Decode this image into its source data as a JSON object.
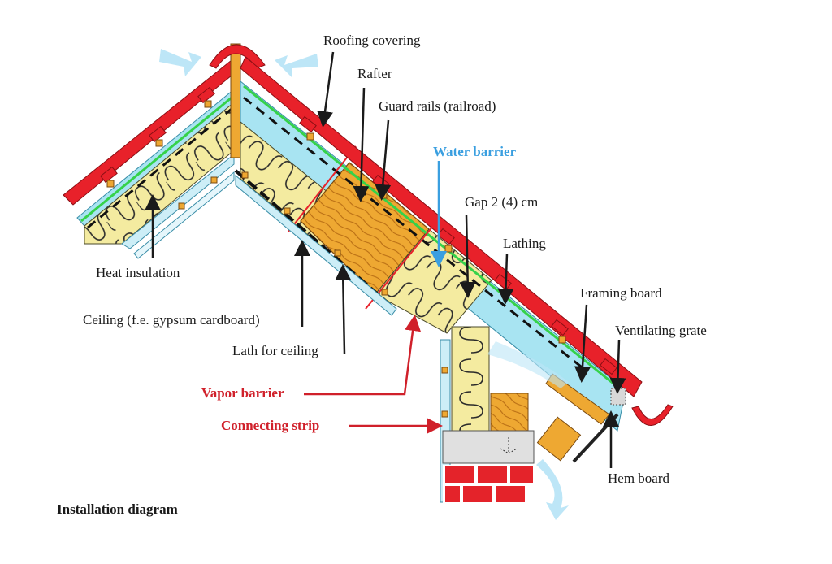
{
  "caption": "Installation diagram",
  "labels": {
    "roofing_covering": "Roofing covering",
    "rafter": "Rafter",
    "guard_rails": "Guard rails (railroad)",
    "water_barrier": "Water barrier",
    "gap": "Gap 2 (4) cm",
    "lathing": "Lathing",
    "framing_board": "Framing board",
    "ventilating_grate": "Ventilating grate",
    "hem_board": "Hem board",
    "heat_insulation": "Heat insulation",
    "ceiling": "Ceiling (f.e. gypsum cardboard)",
    "lath_for_ceiling": "Lath for ceiling",
    "vapor_barrier": "Vapor barrier",
    "connecting_strip": "Connecting strip"
  },
  "colors": {
    "roof_tile": "#e8212a",
    "water_barrier_text": "#3a9fe0",
    "vapor_barrier_text": "#d0202a",
    "air_gap": "#a8e4f2",
    "insulation": "#f4eba0",
    "rafter_wood": "#eea832",
    "brick": "#e4232a",
    "membrane_green": "#35d24a"
  }
}
